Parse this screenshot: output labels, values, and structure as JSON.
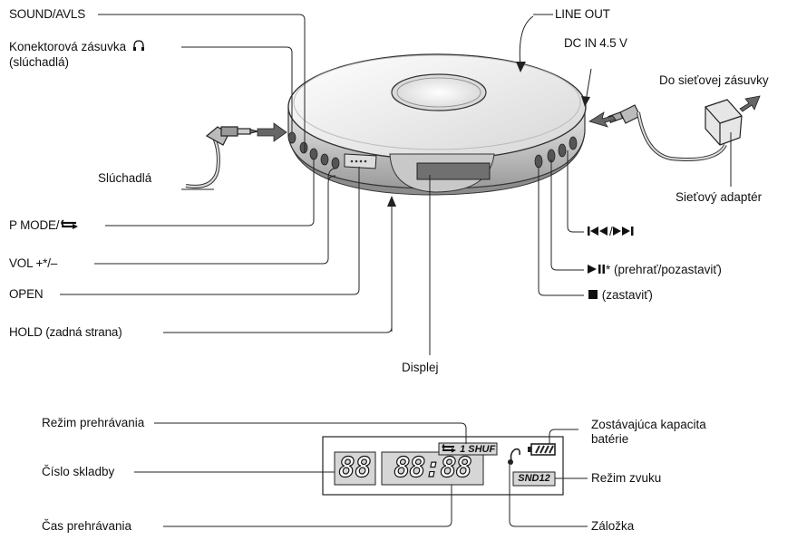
{
  "top_labels": {
    "sound_avls": "SOUND/AVLS",
    "headphone_jack_1": "Konektorová zásuvka",
    "headphone_jack_2": "(slúchadlá)",
    "headphones": "Slúchadlá",
    "p_mode": "P MODE/",
    "vol": "VOL +*/–",
    "open": "OPEN",
    "hold": "HOLD (zadná strana)",
    "display": "Displej",
    "line_out": "LINE OUT",
    "dc_in": "DC IN 4.5 V",
    "wall_outlet": "Do sieťovej zásuvky",
    "ac_adapter": "Sieťový adaptér",
    "prev_next": "/",
    "play_pause": "* (prehrať/pozastaviť)",
    "stop": "(zastaviť)"
  },
  "display_labels": {
    "play_mode": "Režim prehrávania",
    "track_number": "Číslo skladby",
    "play_time": "Čas prehrávania",
    "battery_1": "Zostávajúca kapacita",
    "battery_2": "batérie",
    "sound_mode": "Režim zvuku",
    "bookmark": "Záložka"
  },
  "lcd": {
    "mode_text": "1 SHUF",
    "track_digits": "88",
    "time_digits": "88:88",
    "sound_text": "SND12"
  },
  "icons": [
    "headphone-icon",
    "repeat-icon",
    "prev-track-icon",
    "next-track-icon",
    "play-pause-icon",
    "stop-icon",
    "battery-icon",
    "bookmark-icon"
  ]
}
